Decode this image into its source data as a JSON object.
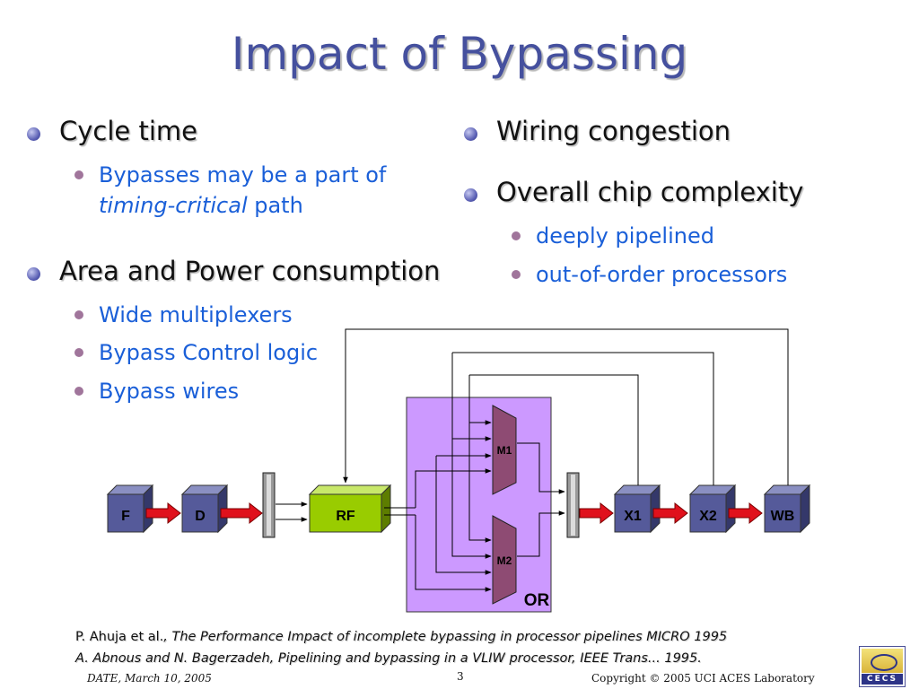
{
  "title": "Impact of Bypassing",
  "left": {
    "b1": "Cycle time",
    "b1_sub1_a": "Bypasses may be a part of",
    "b1_sub1_italic": "timing-critical",
    "b1_sub1_b": " path",
    "b2": "Area and Power consumption",
    "b2_subs": [
      "Wide multiplexers",
      "Bypass Control logic",
      "Bypass wires"
    ]
  },
  "right": {
    "b1": "Wiring congestion",
    "b2": "Overall chip complexity",
    "b2_subs": [
      "deeply pipelined",
      "out-of-order processors"
    ]
  },
  "diagram": {
    "stages": [
      "F",
      "D",
      "RF",
      "X1",
      "X2",
      "WB"
    ],
    "muxes": [
      "M1",
      "M2"
    ],
    "or_label": "OR",
    "colors": {
      "stage": "#555a9a",
      "rf": "#99cc00",
      "or_region": "#cc99ff",
      "mux": "#8e4b73",
      "arrow": "#e0111c"
    }
  },
  "refs": {
    "r1_author": "P. Ahuja et al.",
    "r1_title": ", The Performance Impact of incomplete bypassing in processor pipelines MICRO 1995",
    "r2": "A. Abnous and N. Bagerzadeh, Pipelining and bypassing in a VLIW processor, IEEE Trans... 1995."
  },
  "footer": {
    "date": "DATE, March 10, 2005",
    "page": "3",
    "copyright": "Copyright © 2005  UCI ACES Laboratory"
  },
  "logo": {
    "text": "CECS"
  }
}
